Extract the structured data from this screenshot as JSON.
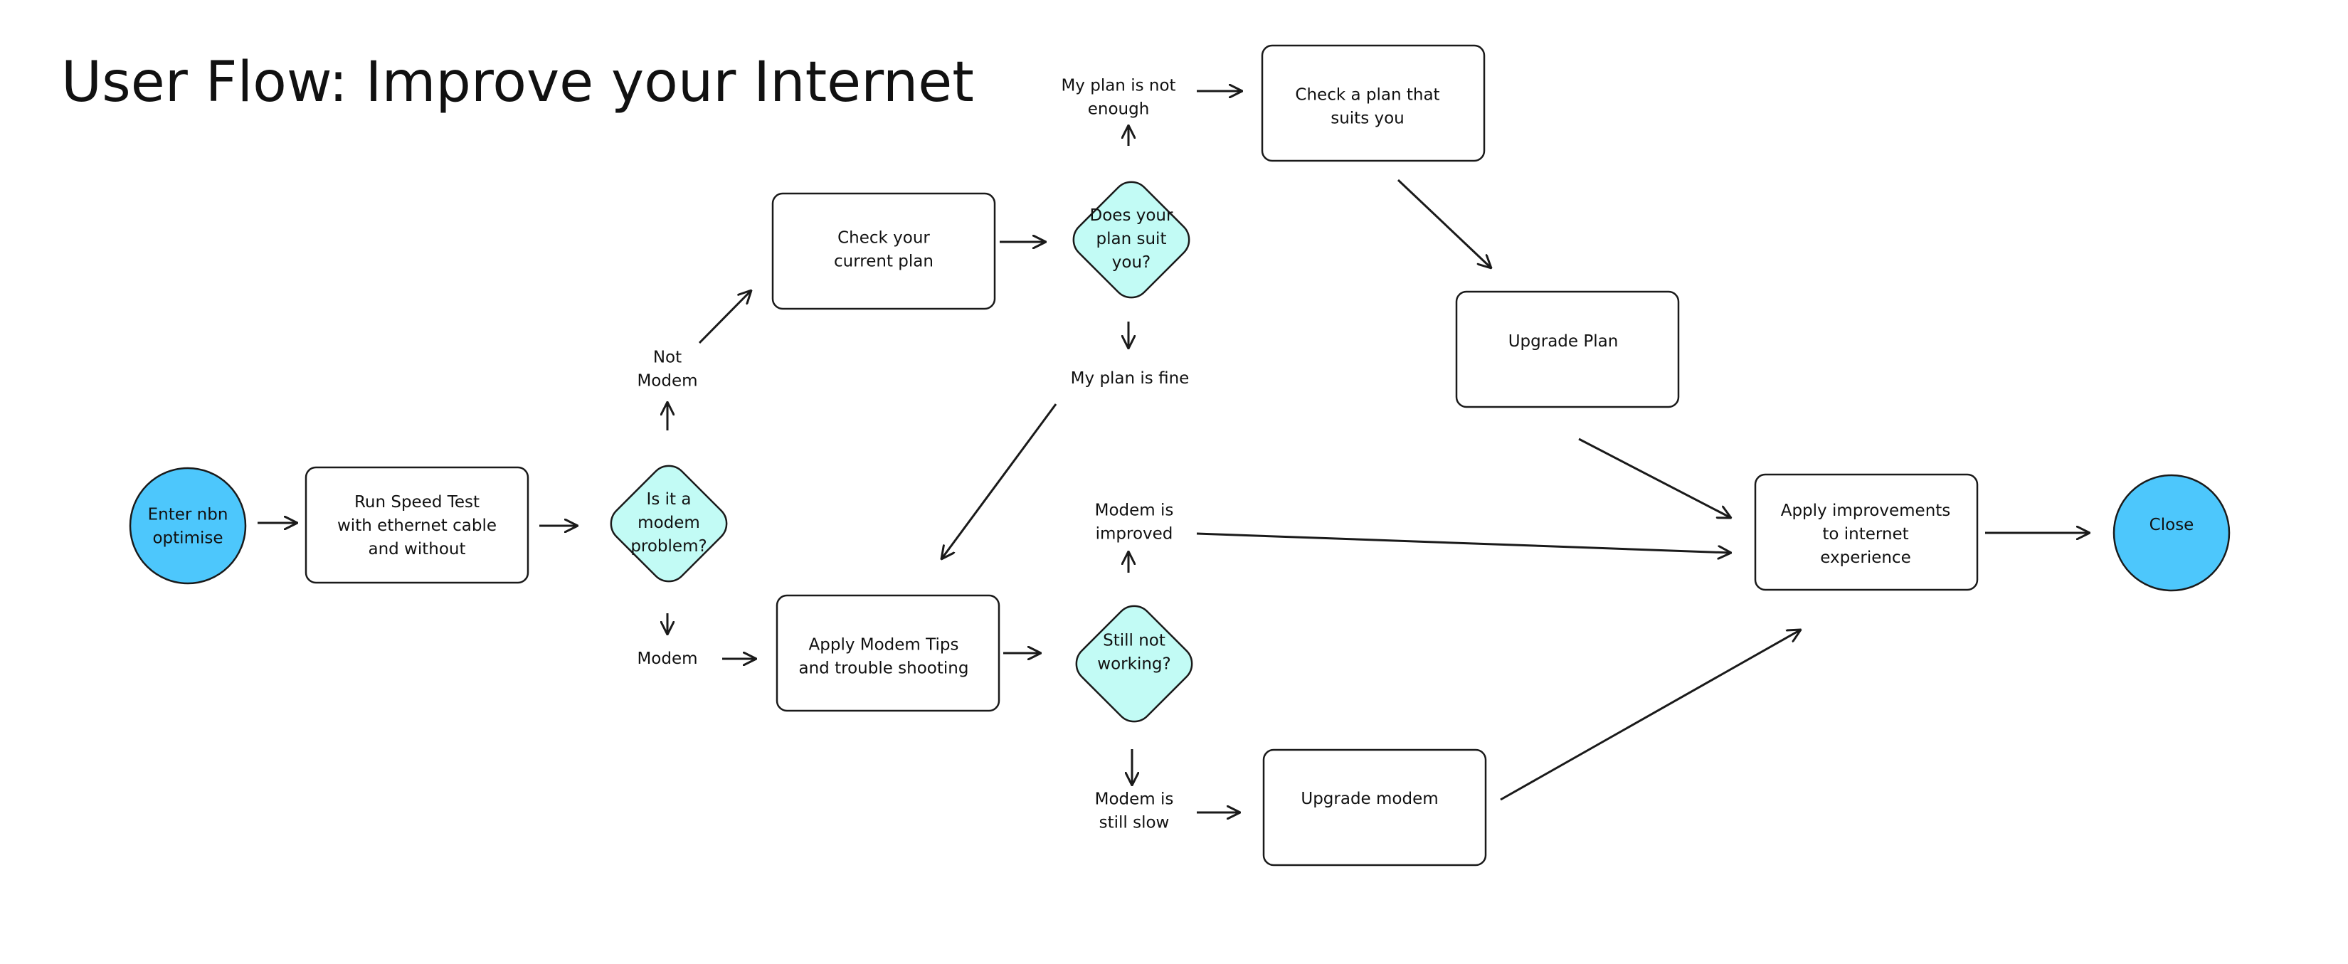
{
  "title": "User Flow:  Improve your Internet",
  "colors": {
    "terminal_fill": "#4dc7fc",
    "decision_fill": "#c2fbf5",
    "process_fill": "#ffffff",
    "stroke": "#1a1a1a"
  },
  "nodes": {
    "start": {
      "lines": [
        "Enter nbn",
        "optimise"
      ]
    },
    "speed_test": {
      "lines": [
        "Run Speed Test",
        "with ethernet cable",
        "and without"
      ]
    },
    "modem_problem": {
      "lines": [
        "Is it a",
        "modem",
        "problem?"
      ]
    },
    "check_plan": {
      "lines": [
        "Check your",
        "current plan"
      ]
    },
    "plan_suit": {
      "lines": [
        "Does your",
        "plan suit",
        "you?"
      ]
    },
    "check_suits": {
      "lines": [
        "Check a plan that",
        "suits you"
      ]
    },
    "upgrade_plan": {
      "lines": [
        "Upgrade Plan"
      ]
    },
    "modem_tips": {
      "lines": [
        "Apply Modem Tips",
        "and trouble shooting"
      ]
    },
    "still_not_working": {
      "lines": [
        "Still not",
        "working?"
      ]
    },
    "upgrade_modem": {
      "lines": [
        "Upgrade modem"
      ]
    },
    "apply_improvements": {
      "lines": [
        "Apply improvements",
        "to internet",
        "experience"
      ]
    },
    "close": {
      "lines": [
        "Close"
      ]
    }
  },
  "edge_labels": {
    "not_modem": {
      "lines": [
        "Not",
        "Modem"
      ]
    },
    "modem": {
      "lines": [
        "Modem"
      ]
    },
    "plan_not_enough": {
      "lines": [
        "My plan is not",
        "enough"
      ]
    },
    "plan_fine": {
      "lines": [
        "My plan is fine"
      ]
    },
    "modem_improved": {
      "lines": [
        "Modem is",
        "improved"
      ]
    },
    "modem_still_slow": {
      "lines": [
        "Modem is",
        "still slow"
      ]
    }
  }
}
